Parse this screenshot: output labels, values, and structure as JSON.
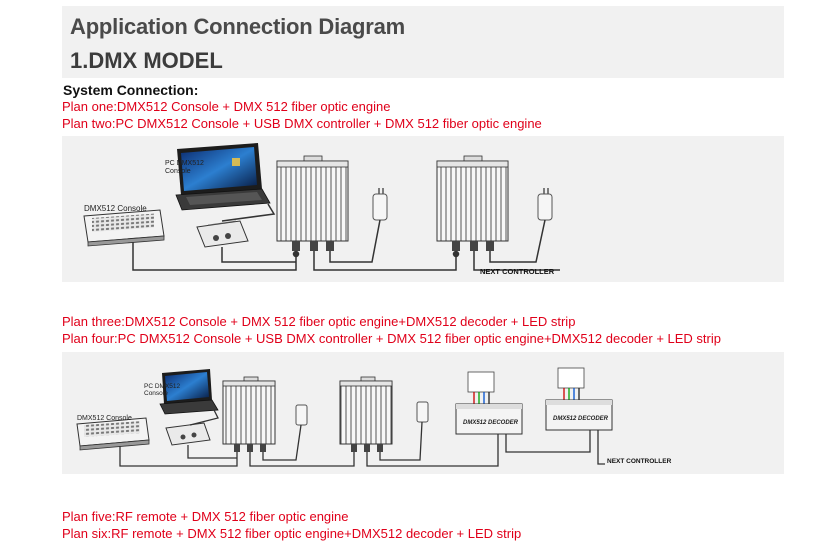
{
  "title": "Application Connection Diagram",
  "subtitle": "1.DMX MODEL",
  "system_connection_label": "System Connection:",
  "plans": {
    "one": "Plan one:DMX512 Console + DMX 512 fiber optic engine",
    "two": "Plan two:PC DMX512 Console + USB DMX controller + DMX 512 fiber optic engine",
    "three": "Plan three:DMX512 Console + DMX 512 fiber optic engine+DMX512 decoder + LED strip",
    "four": "Plan four:PC DMX512 Console + USB DMX controller + DMX 512 fiber optic engine+DMX512 decoder + LED strip",
    "five": "Plan five:RF remote + DMX 512 fiber optic engine",
    "six": "Plan six:RF remote + DMX 512 fiber optic engine+DMX512 decoder + LED strip"
  },
  "diagram1": {
    "pc_label_line1": "PC DMX512",
    "pc_label_line2": "Console",
    "console_label": "DMX512 Console",
    "next_controller": "NEXT CONTROLLER"
  },
  "diagram2": {
    "pc_label_line1": "PC DMX512",
    "pc_label_line2": "Console",
    "console_label": "DMX512 Console",
    "decoder_label": "DMX512 DECODER",
    "next_controller": "NEXT CONTROLLER"
  },
  "colors": {
    "plan_text": "#e0001a",
    "header_band": "#f1f1f1",
    "title_text": "#4a4a4a"
  }
}
